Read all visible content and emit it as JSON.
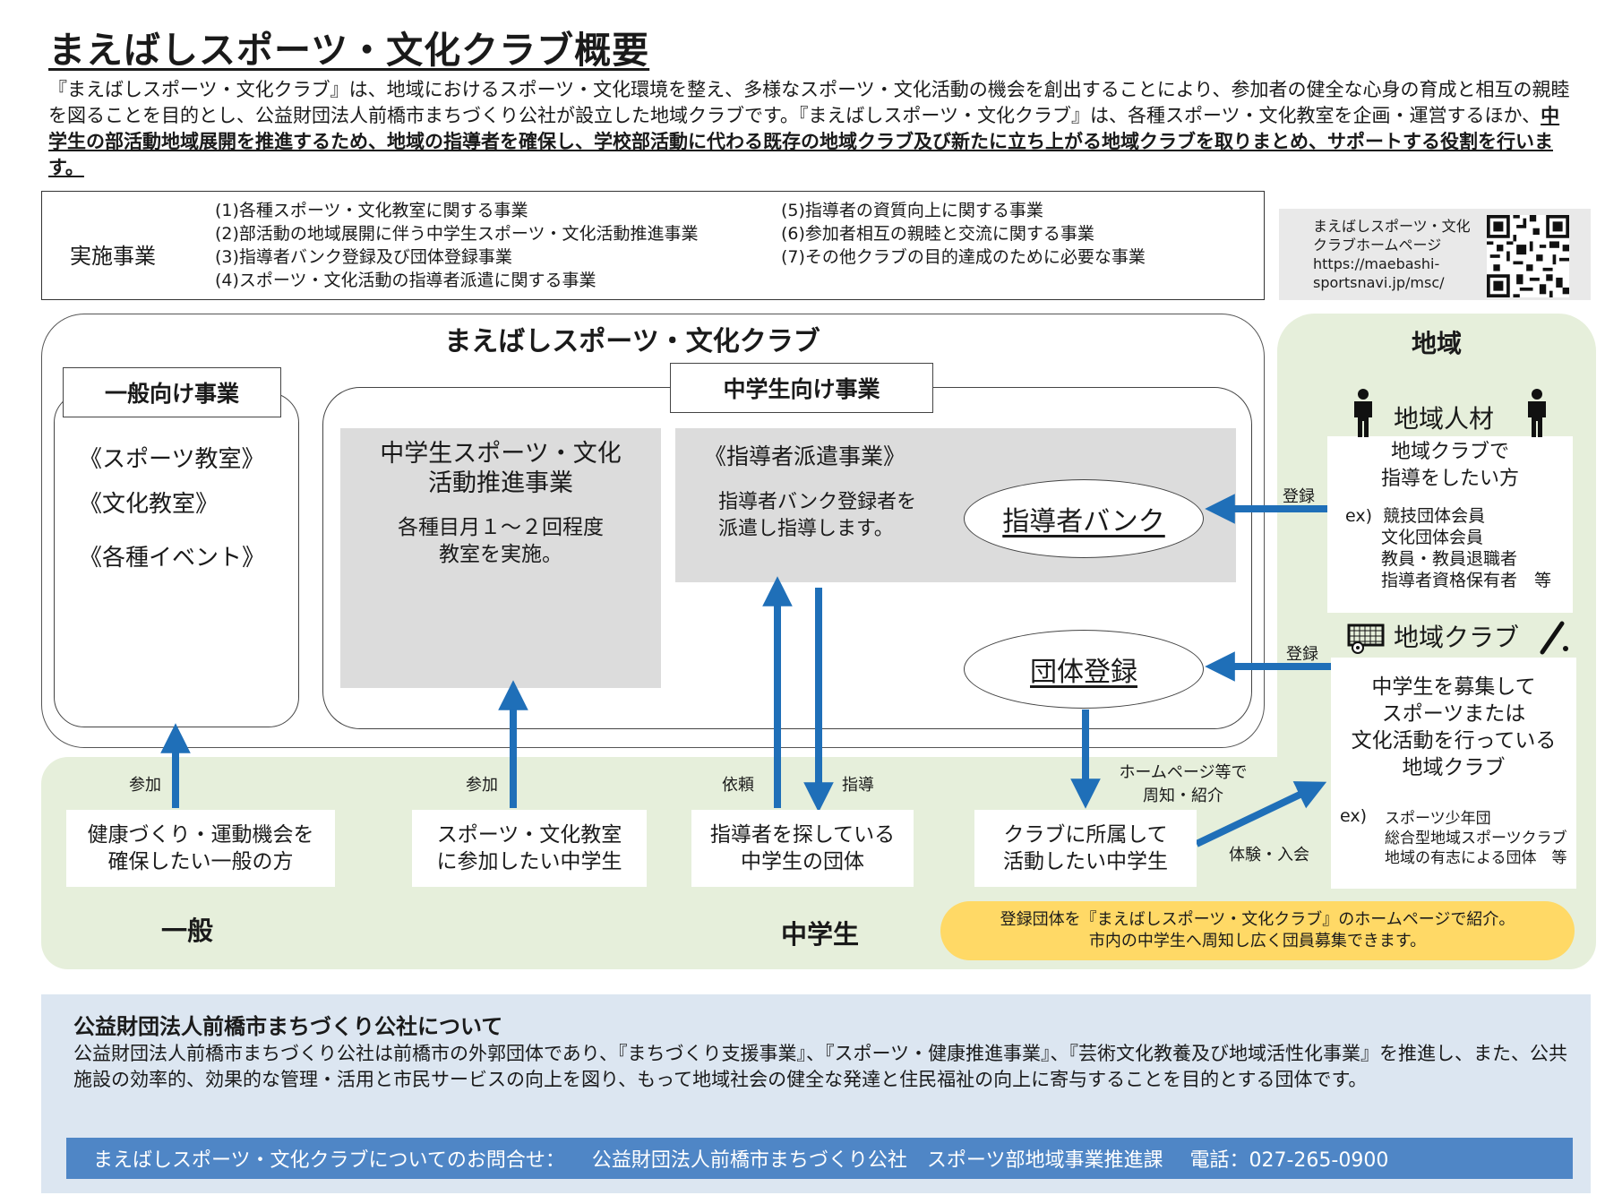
{
  "title": "まえばしスポーツ・文化クラブ概要",
  "intro": {
    "normal": "『まえばしスポーツ・文化クラブ』は、地域におけるスポーツ・文化環境を整え、多様なスポーツ・文化活動の機会を創出することにより、参加者の健全な心身の育成と相互の親睦を図ることを目的とし、公益財団法人前橋市まちづくり公社が設立した地域クラブです。『まえばしスポーツ・文化クラブ』は、各種スポーツ・文化教室を企画・運営するほか、",
    "emphasis": "中学生の部活動地域展開を推進するため、地域の指導者を確保し、学校部活動に代わる既存の地域クラブ及び新たに立ち上がる地域クラブを取りまとめ、サポートする役割を行います。"
  },
  "business": {
    "label": "実施事業",
    "left": [
      "(1)各種スポーツ・文化教室に関する事業",
      "(2)部活動の地域展開に伴う中学生スポーツ・文化活動推進事業",
      "(3)指導者バンク登録及び団体登録事業",
      "(4)スポーツ・文化活動の指導者派遣に関する事業"
    ],
    "right": [
      "(5)指導者の資質向上に関する事業",
      "(6)参加者相互の親睦と交流に関する事業",
      "(7)その他クラブの目的達成のために必要な事業"
    ]
  },
  "homepage": {
    "lines": [
      "まえばしスポーツ・文化",
      "クラブホームページ",
      "https://maebashi-",
      "sportsnavi.jp/msc/"
    ],
    "icon": "qr-code-icon"
  },
  "club": {
    "title": "まえばしスポーツ・文化クラブ",
    "general": {
      "head": "一般向け事業",
      "items": [
        "《スポーツ教室》",
        "《文化教室》",
        "《各種イベント》"
      ]
    },
    "junior": {
      "head": "中学生向け事業",
      "promo_title_1": "中学生スポーツ・文化",
      "promo_title_2": "活動推進事業",
      "promo_body_1": "各種目月１～２回程度",
      "promo_body_2": "教室を実施。",
      "dispatch_title": "《指導者派遣事業》",
      "dispatch_body_1": "指導者バンク登録者を",
      "dispatch_body_2": "派遣し指導します。",
      "bank": "指導者バンク",
      "registration": "団体登録"
    }
  },
  "region": {
    "title": "地域",
    "people": {
      "head": "地域人材",
      "main_1": "地域クラブで",
      "main_2": "指導をしたい方",
      "ex_label": "ex)",
      "examples": [
        "競技団体会員",
        "文化団体会員",
        "教員・教員退職者",
        "指導者資格保有者　等"
      ]
    },
    "clubs": {
      "head": "地域クラブ",
      "main": [
        "中学生を募集して",
        "スポーツまたは",
        "文化活動を行っている",
        "地域クラブ"
      ],
      "ex_label": "ex)",
      "examples": [
        "スポーツ少年団",
        "総合型地域スポーツクラブ",
        "地域の有志による団体　等"
      ]
    }
  },
  "arrows": {
    "register_1": "登録",
    "register_2": "登録",
    "join_general": "参加",
    "join_junior": "参加",
    "request": "依頼",
    "guide": "指導",
    "announce_1": "ホームページ等で",
    "announce_2": "周知・紹介",
    "trial": "体験・入会"
  },
  "bottom": {
    "general_card_1": "健康づくり・運動機会を",
    "general_card_2": "確保したい一般の方",
    "student_card_1": "スポーツ・文化教室",
    "student_card_2": "に参加したい中学生",
    "group_card_1": "指導者を探している",
    "group_card_2": "中学生の団体",
    "club_card_1": "クラブに所属して",
    "club_card_2": "活動したい中学生",
    "general_label": "一般",
    "junior_label": "中学生",
    "note_1": "登録団体を『まえばしスポーツ・文化クラブ』のホームページで紹介。",
    "note_2": "市内の中学生へ周知し広く団員募集できます。"
  },
  "about": {
    "title": "公益財団法人前橋市まちづくり公社について",
    "body": "公益財団法人前橋市まちづくり公社は前橋市の外郭団体であり、『まちづくり支援事業』、『スポーツ・健康推進事業』、『芸術文化教養及び地域活性化事業』を推進し、また、公共施設の効率的、効果的な管理・活用と市民サービスの向上を図り、もって地域社会の健全な発達と住民福祉の向上に寄与することを目的とする団体です。",
    "contact_label": "まえばしスポーツ・文化クラブについてのお問合せ：",
    "contact_org": "公益財団法人前橋市まちづくり公社　スポーツ部地域事業推進課",
    "contact_phone": "電話：027-265-0900"
  },
  "colors": {
    "arrow": "#1f6fb8",
    "green": "#e6efdb",
    "gray": "#dcdcdc",
    "yellow": "#ffd966",
    "about_bg": "#dce6f1",
    "contact_bg": "#4f86c6"
  }
}
